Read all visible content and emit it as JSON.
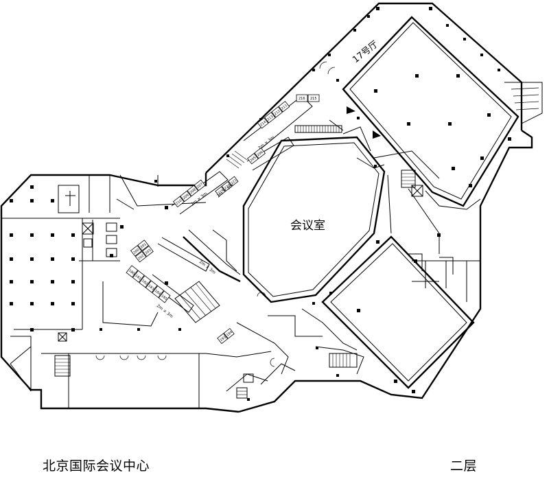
{
  "venue_name": "北京国际会议中心",
  "floor_name": "二层",
  "rooms": {
    "meeting_room": "会议室",
    "hall_17": "17号厅"
  },
  "size_labels": [
    "2m × 3m",
    "2m × 3m",
    "2m × 3m",
    "2m × 3m",
    "2m × 3m"
  ],
  "booths": {
    "top_row": [
      "216",
      "215"
    ],
    "upper_diag": [
      "214",
      "213",
      "212",
      "211"
    ],
    "mid_diag": [
      "210",
      "209",
      "208",
      "207"
    ],
    "inner_pair": [
      "205",
      "206"
    ],
    "small_block": [
      "219",
      "220",
      "221"
    ],
    "centre_cluster": [
      "200",
      "201",
      "202",
      "203"
    ],
    "left_stack": [
      "180",
      "181",
      "182",
      "183",
      "184",
      "185"
    ],
    "bottom_pair": [
      "193",
      "194"
    ]
  }
}
